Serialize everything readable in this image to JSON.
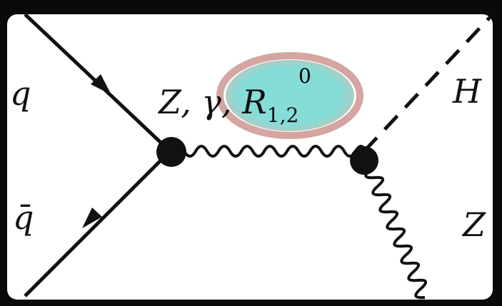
{
  "diagram": {
    "incoming_quark": "q",
    "incoming_antiquark": "q̄",
    "propagator_label": {
      "prefix": "Z, γ, ",
      "symbol": "R",
      "superscript": "0",
      "subscript": "1,2"
    },
    "outgoing_scalar": "H",
    "outgoing_boson": "Z"
  },
  "colors": {
    "frame": "#0a0a0a",
    "line": "#111111",
    "highlight_fill": "#7fdbd6",
    "highlight_ring": "#c98f8a"
  }
}
